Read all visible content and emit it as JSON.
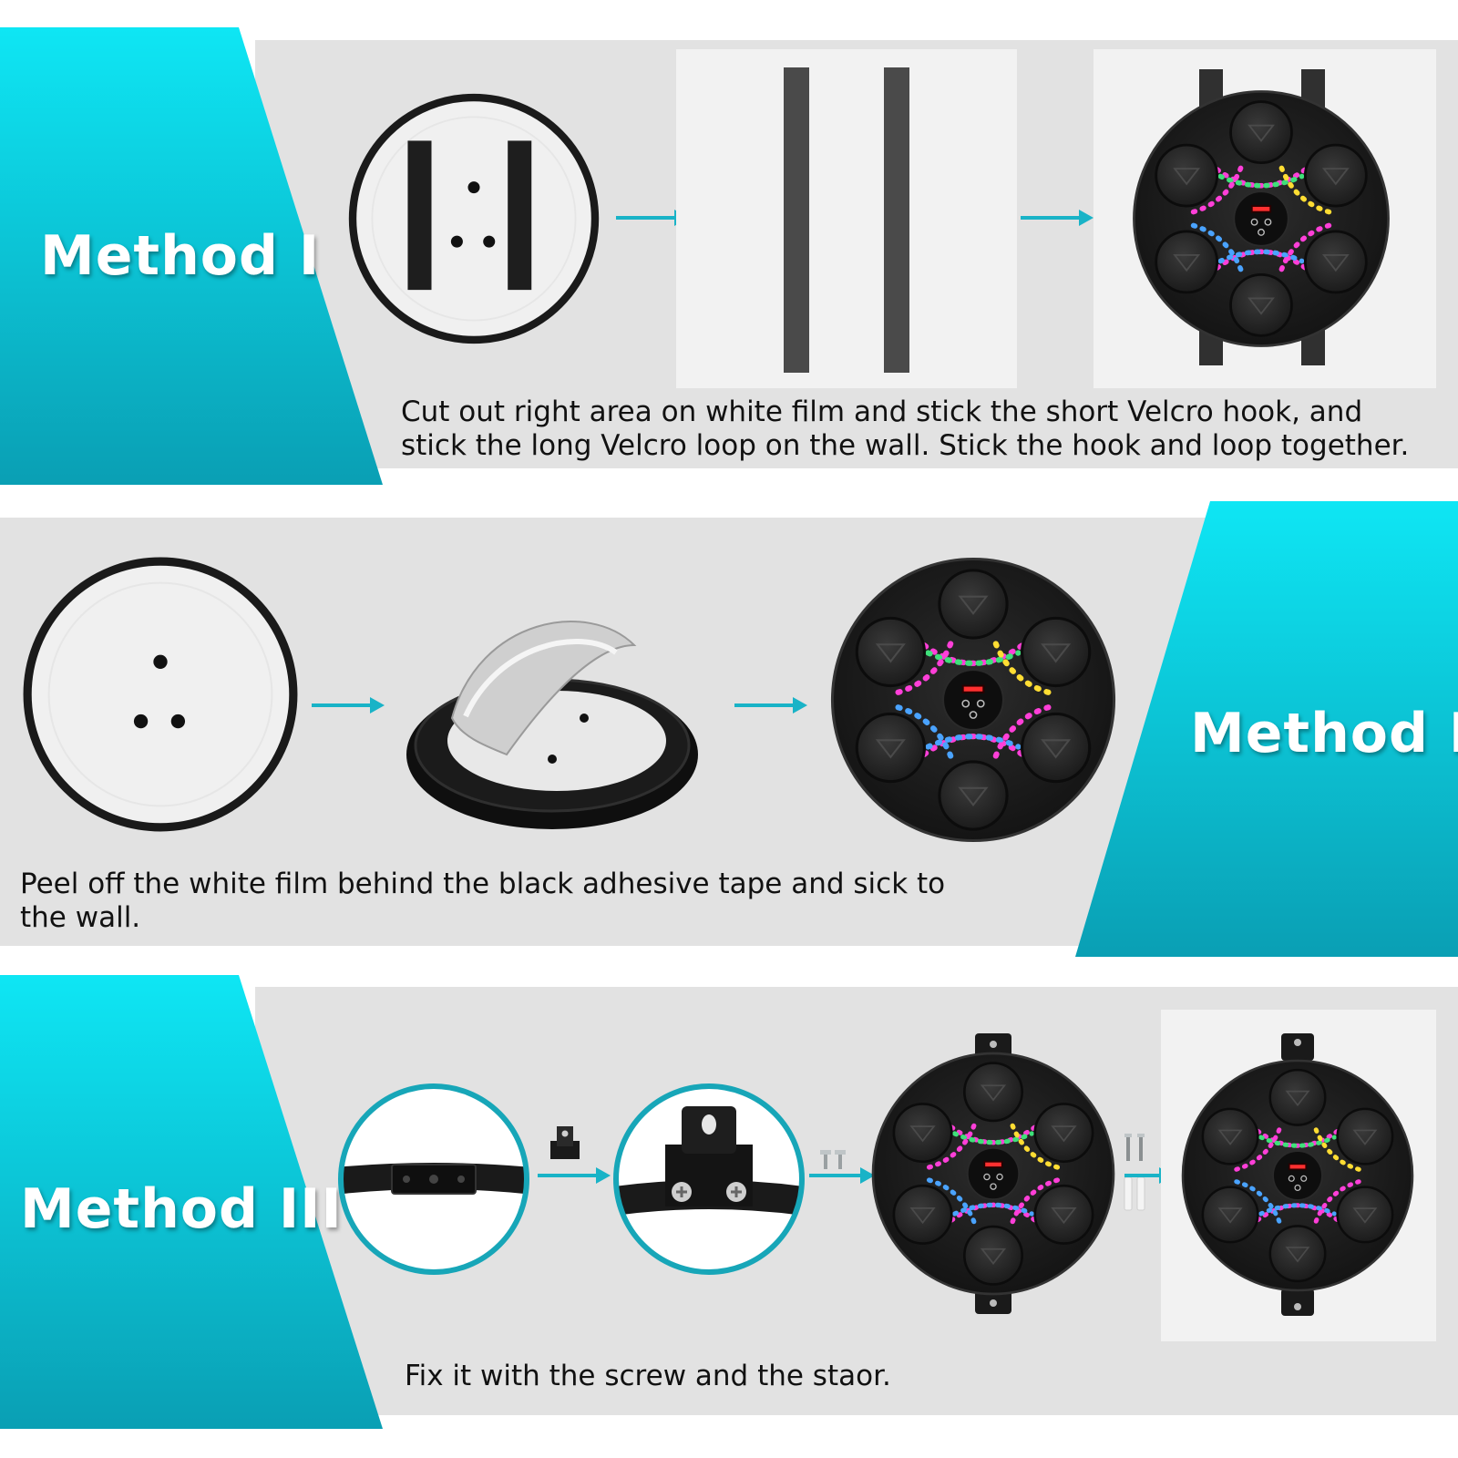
{
  "colors": {
    "teal_light": "#0ee6f4",
    "teal_dark": "#0a9fb4",
    "gray_band": "#e2e2e2",
    "arrow": "#19b3c7",
    "device_black": "#1c1c1c"
  },
  "methods": [
    {
      "label": "Method I",
      "caption_line1": "Cut out right area on white film and stick the short Velcro hook, and",
      "caption_line2": "stick the long Velcro loop on the wall. Stick the hook and loop together."
    },
    {
      "label": "Method II",
      "caption_line1": "Peel off the white film behind the black adhesive tape and sick to",
      "caption_line2": "the wall."
    },
    {
      "label": "Method III",
      "caption_line1": "Fix it with the screw and the staor."
    }
  ]
}
